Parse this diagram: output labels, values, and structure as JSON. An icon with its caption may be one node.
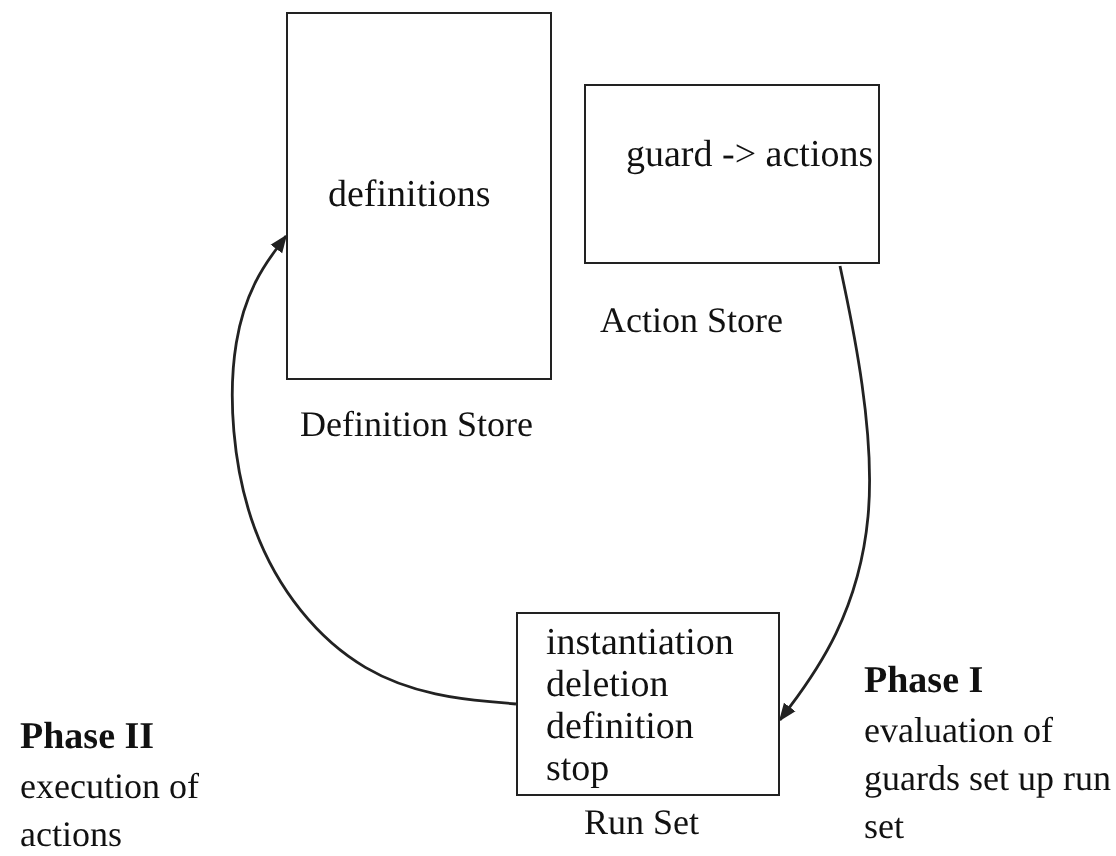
{
  "diagram": {
    "nodes": [
      {
        "text": [
          "definitions"
        ],
        "beside": [
          "Definition Store"
        ]
      },
      {
        "text": [
          "guard -> actions"
        ],
        "beside": [
          "Action Store"
        ]
      },
      {
        "text": [
          "instantiation",
          "deletion",
          "definition",
          "stop"
        ],
        "beside": [
          "Run Set"
        ]
      }
    ],
    "edges": [
      {
        "from": 1,
        "to": 2,
        "arrow": "to",
        "label": "**Phase I** evaluation of guards set up run set"
      },
      {
        "from": 2,
        "to": 0,
        "arrow": "to",
        "label": "**Phase II** execution of actions"
      }
    ]
  }
}
